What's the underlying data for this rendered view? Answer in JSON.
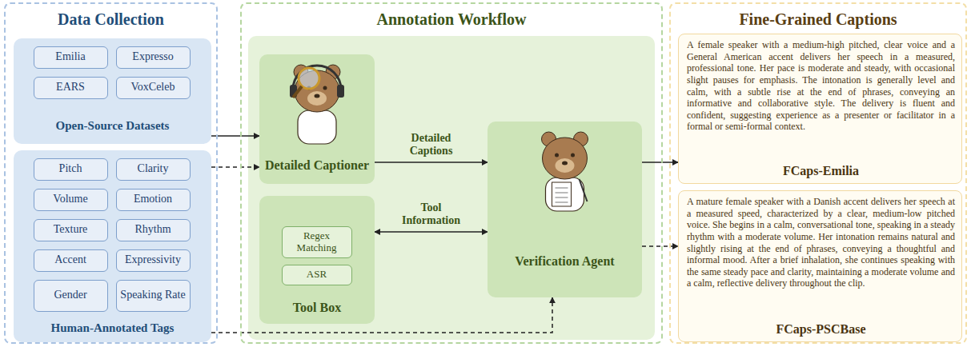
{
  "diagram": {
    "nodes": [
      {
        "text": [
          "Data Collection"
        ]
      },
      {
        "text": [
          "Open-Source Datasets"
        ],
        "in": 0
      },
      {
        "text": [
          "Emilia"
        ],
        "in": 1
      },
      {
        "text": [
          "Expresso"
        ],
        "in": 1
      },
      {
        "text": [
          "EARS"
        ],
        "in": 1
      },
      {
        "text": [
          "VoxCeleb"
        ],
        "in": 1
      },
      {
        "text": [
          "Human-Annotated Tags"
        ],
        "in": 0
      },
      {
        "text": [
          "Pitch"
        ],
        "in": 6
      },
      {
        "text": [
          "Clarity"
        ],
        "in": 6
      },
      {
        "text": [
          "Volume"
        ],
        "in": 6
      },
      {
        "text": [
          "Emotion"
        ],
        "in": 6
      },
      {
        "text": [
          "Texture"
        ],
        "in": 6
      },
      {
        "text": [
          "Rhythm"
        ],
        "in": 6
      },
      {
        "text": [
          "Accent"
        ],
        "in": 6
      },
      {
        "text": [
          "Expressivity"
        ],
        "in": 6
      },
      {
        "text": [
          "Gender"
        ],
        "in": 6
      },
      {
        "text": [
          "Speaking Rate"
        ],
        "in": 6
      },
      {
        "text": [
          "Annotation Workflow"
        ]
      },
      {
        "text": [
          "Detailed Captioner"
        ],
        "in": 17
      },
      {
        "text": [
          "Tool Box"
        ],
        "in": 17
      },
      {
        "text": [
          "Regex Matching"
        ],
        "in": 19
      },
      {
        "text": [
          "ASR"
        ],
        "in": 19
      },
      {
        "text": [
          "Verification Agent"
        ],
        "in": 17
      },
      {
        "text": [
          "Fine-Grained Captions"
        ]
      },
      {
        "text": [
          "A female speaker with a medium-high pitched, clear voice and a General American accent delivers her speech in a measured, professional tone. Her pace is moderate and steady, with occasional slight pauses for emphasis. The intonation is generally level and calm, with a subtle rise at the end of phrases, conveying an informative and collaborative style. The delivery is fluent and confident, suggesting experience as a presenter or facilitator in a formal or semi-formal context.",
          "FCaps-Emilia"
        ],
        "in": 23
      },
      {
        "text": [
          "A mature female speaker with a Danish accent delivers her speech at a measured speed, characterized by a clear, medium-low pitched voice. She begins in a calm, conversational tone, speaking in a steady rhythm with a moderate volume. Her intonation remains natural and slightly rising at the end of phrases, conveying a thoughtful and informal mood. After a brief inhalation, she continues speaking with the same steady pace and clarity, maintaining a moderate volume and a calm, reflective delivery throughout the clip.",
          "FCaps-PSCBase"
        ],
        "in": 23
      }
    ],
    "edges": [
      {
        "from": 1,
        "to": 18,
        "arrow": "to"
      },
      {
        "from": 6,
        "to": 18,
        "arrow": "to"
      },
      {
        "from": 18,
        "to": 22,
        "label": "Detailed Captions",
        "arrow": "to"
      },
      {
        "from": 19,
        "to": 22,
        "label": "Tool Information",
        "arrow": "both"
      },
      {
        "from": 22,
        "to": 24,
        "arrow": "to"
      },
      {
        "from": 22,
        "to": 25,
        "arrow": "to"
      },
      {
        "from": 6,
        "to": 22,
        "arrow": "to"
      }
    ]
  }
}
